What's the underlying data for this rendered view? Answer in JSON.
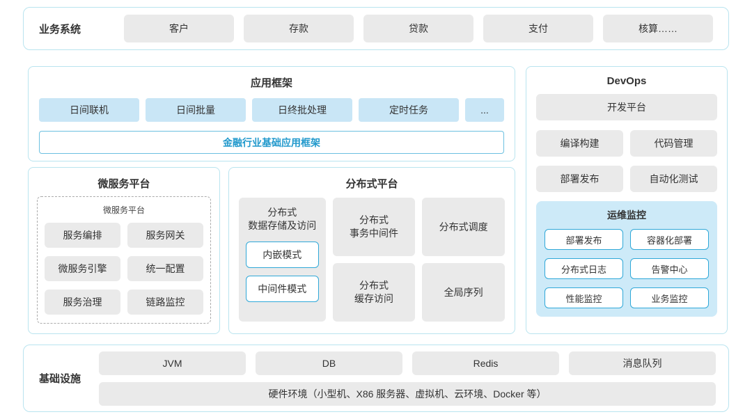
{
  "colors": {
    "panel_border": "#b9e4ef",
    "gray_box": "#eaeaea",
    "blue_box": "#c9e6f6",
    "monitor_bg": "#cdeaf8",
    "blue_border": "#2fa8d8",
    "blue_text": "#2299cc",
    "text": "#333333"
  },
  "business_system": {
    "label": "业务系统",
    "items": [
      "客户",
      "存款",
      "贷款",
      "支付",
      "核算……"
    ]
  },
  "app_framework": {
    "title": "应用框架",
    "items": [
      "日间联机",
      "日间批量",
      "日终批处理",
      "定时任务",
      "..."
    ],
    "base": "金融行业基础应用框架"
  },
  "devops": {
    "title": "DevOps",
    "platform": "开发平台",
    "grid": [
      "编译构建",
      "代码管理",
      "部署发布",
      "自动化测试"
    ],
    "monitor": {
      "title": "运维监控",
      "items": [
        "部署发布",
        "容器化部署",
        "分布式日志",
        "告警中心",
        "性能监控",
        "业务监控"
      ]
    }
  },
  "microservice": {
    "title": "微服务平台",
    "inner_title": "微服务平台",
    "items": [
      "服务编排",
      "服务网关",
      "微服务引擎",
      "统一配置",
      "服务治理",
      "链路监控"
    ]
  },
  "distributed": {
    "title": "分布式平台",
    "storage": {
      "title": "分布式\n数据存储及访问",
      "modes": [
        "内嵌模式",
        "中间件模式"
      ]
    },
    "cells": [
      "分布式\n事务中间件",
      "分布式调度",
      "分布式\n缓存访问",
      "全局序列"
    ]
  },
  "infrastructure": {
    "label": "基础设施",
    "items": [
      "JVM",
      "DB",
      "Redis",
      "消息队列"
    ],
    "hardware": "硬件环境（小型机、X86 服务器、虚拟机、云环境、Docker 等）"
  }
}
